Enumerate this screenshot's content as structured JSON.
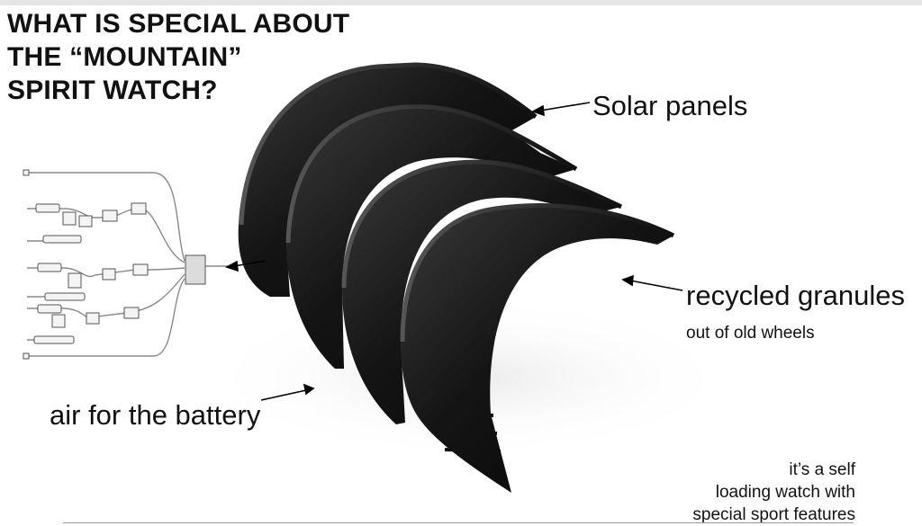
{
  "title": {
    "line1": "WHAT IS SPECIAL ABOUT",
    "line2": "THE “MOUNTAIN”",
    "line3": "SPIRIT WATCH?"
  },
  "labels": {
    "solar_panels": "Solar panels",
    "recycled_granules": "recycled granules",
    "recycled_sub": "out of old wheels",
    "air_battery": "air for the battery"
  },
  "footer": {
    "line1": "it’s a self",
    "line2": "loading watch with",
    "line3": "special sport features"
  }
}
